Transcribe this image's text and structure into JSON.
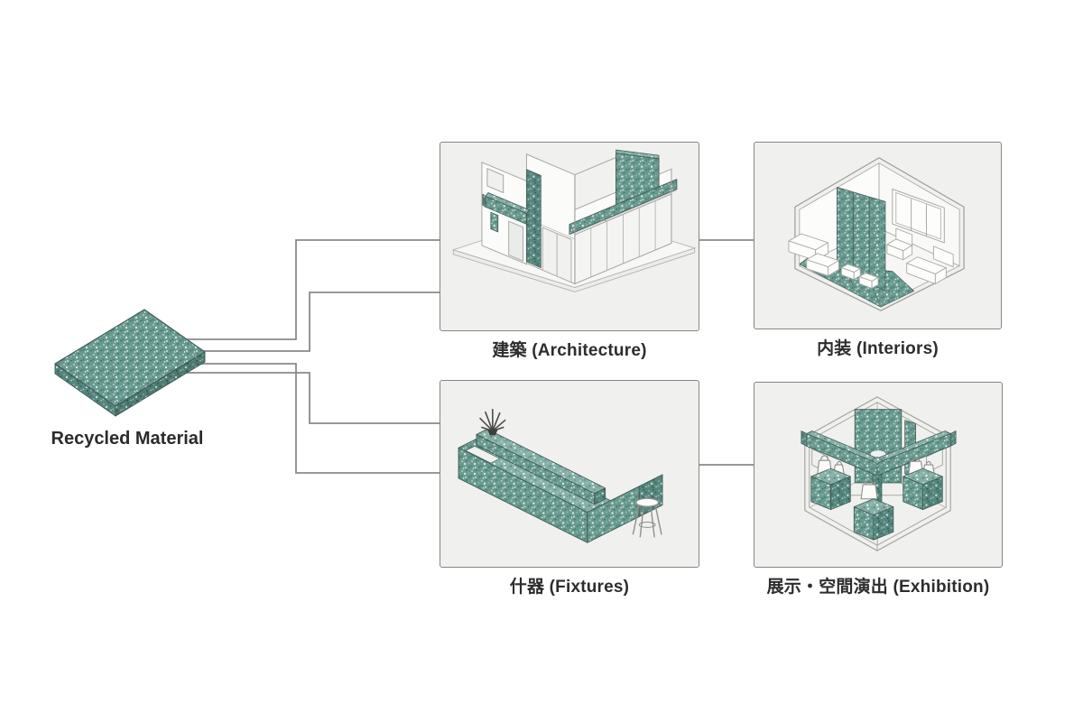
{
  "diagram": {
    "source": {
      "id": "recycled-material",
      "label": "Recycled Material"
    },
    "nodes": [
      {
        "id": "architecture",
        "label": "建築 (Architecture)"
      },
      {
        "id": "interiors",
        "label": "内装 (Interiors)"
      },
      {
        "id": "fixtures",
        "label": "什器 (Fixtures)"
      },
      {
        "id": "exhibition",
        "label": "展示・空間演出 (Exhibition)"
      }
    ],
    "edges": [
      {
        "from": "recycled-material",
        "to": "architecture"
      },
      {
        "from": "recycled-material",
        "to": "architecture"
      },
      {
        "from": "recycled-material",
        "to": "fixtures"
      },
      {
        "from": "recycled-material",
        "to": "fixtures"
      },
      {
        "from": "architecture",
        "to": "interiors"
      },
      {
        "from": "fixtures",
        "to": "exhibition"
      }
    ],
    "colors": {
      "material_teal": "#68998f",
      "material_teal_dark": "#55867d",
      "material_teal_light": "#85afa7",
      "connector_line": "#8a8a8a",
      "node_background": "#f0f0ee",
      "node_border": "#868682",
      "label_text": "#2d2d2d",
      "background": "#ffffff"
    }
  }
}
